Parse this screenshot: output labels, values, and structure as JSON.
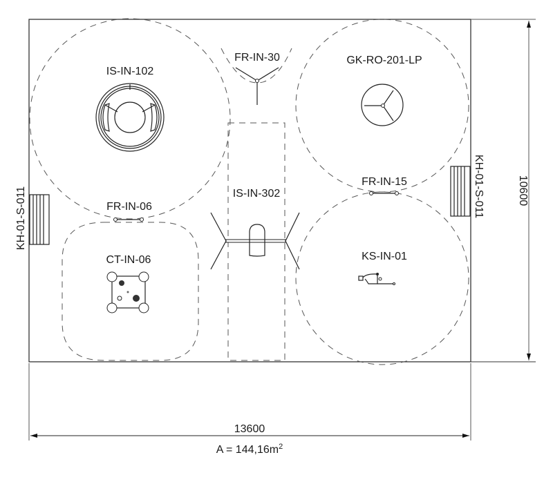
{
  "plan": {
    "width_dimension": "13600",
    "height_dimension": "10600",
    "area_label": "A = 144,16m",
    "area_superscript": "2"
  },
  "equipment": [
    {
      "id": "is-in-102",
      "label": "IS-IN-102",
      "icon": "carousel-icon"
    },
    {
      "id": "fr-in-30",
      "label": "FR-IN-30",
      "icon": "tripod-spring-icon"
    },
    {
      "id": "gk-ro-201-lp",
      "label": "GK-RO-201-LP",
      "icon": "rotating-tripod-icon"
    },
    {
      "id": "is-in-302",
      "label": "IS-IN-302",
      "icon": "seesaw-icon"
    },
    {
      "id": "fr-in-06",
      "label": "FR-IN-06",
      "icon": "bar-icon"
    },
    {
      "id": "fr-in-15",
      "label": "FR-IN-15",
      "icon": "bar-icon"
    },
    {
      "id": "ct-in-06",
      "label": "CT-IN-06",
      "icon": "climbing-tower-icon"
    },
    {
      "id": "ks-in-01",
      "label": "KS-IN-01",
      "icon": "spring-rider-icon"
    },
    {
      "id": "kh-01-s-011-left",
      "label": "KH-01-S-011",
      "icon": "bench-icon"
    },
    {
      "id": "kh-01-s-011-right",
      "label": "KH-01-S-011",
      "icon": "bench-icon"
    }
  ]
}
